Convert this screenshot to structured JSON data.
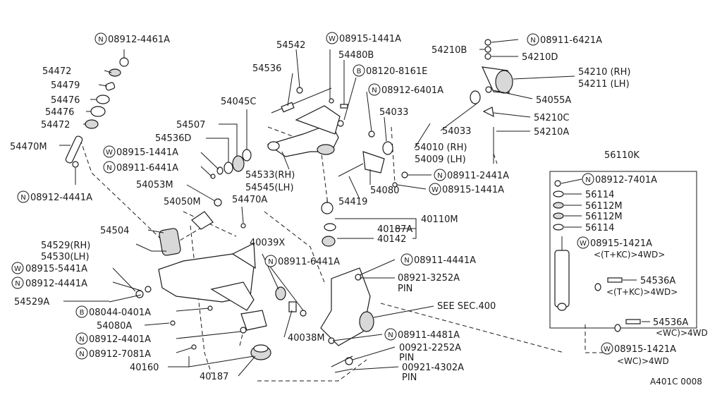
{
  "labels": {
    "n_08912_4461A": "08912-4461A",
    "p54472a": "54472",
    "p54479": "54479",
    "p54476a": "54476",
    "p54476b": "54476",
    "p54472b": "54472",
    "p54470M": "54470M",
    "n_08912_4441A_l": "08912-4441A",
    "p54542": "54542",
    "w_08915_1441A_t": "08915-1441A",
    "p54480B": "54480B",
    "p54536": "54536",
    "b_08120_8161E": "08120-8161E",
    "p54045C": "54045C",
    "p54507": "54507",
    "p54536D": "54536D",
    "w_08915_1441A_m": "08915-1441A",
    "n_08911_6441A_m": "08911-6441A",
    "p54053M": "54053M",
    "p54050M": "54050M",
    "p54470A": "54470A",
    "p54533": "54533(RH)",
    "p54545": "54545(LH)",
    "n_08912_6401A": "08912-6401A",
    "p54033a": "54033",
    "p54033b": "54033",
    "p54010": "54010 (RH)",
    "p54009": "54009 (LH)",
    "n_08911_2441A": "08911-2441A",
    "w_08915_1441A_r": "08915-1441A",
    "p54080": "54080",
    "p54419": "54419",
    "n_08911_6421A": "08911-6421A",
    "p54210B": "54210B",
    "p54210D": "54210D",
    "p54210": "54210 (RH)",
    "p54211": "54211 (LH)",
    "p54055A": "54055A",
    "p54210C": "54210C",
    "p54210A": "54210A",
    "p56110K": "56110K",
    "n_08912_7401A": "08912-7401A",
    "p56114a": "56114",
    "p56112Ma": "56112M",
    "p56112Mb": "56112M",
    "p56114b": "56114",
    "w_08915_1421A_a": "08915-1421A",
    "note_tkc_4wd_a": "<(T+KC)>4WD>",
    "p54536A_a": "54536A",
    "note_tkc_4wd_b": "<(T+KC)>4WD>",
    "p54536A_b": "54536A",
    "note_wc_4wd_a": "<WC)>4WD",
    "w_08915_1421A_b": "08915-1421A",
    "note_wc_4wd_b": "<WC)>4WD",
    "p40110M": "40110M",
    "p40187A": "40187A",
    "p40142": "40142",
    "p54504": "54504",
    "p54529": "54529(RH)",
    "p54530": "54530(LH)",
    "w_08915_5441A": "08915-5441A",
    "n_08912_4441A_b": "08912-4441A",
    "p54529A": "54529A",
    "b_08044_0401A": "08044-0401A",
    "p54080A": "54080A",
    "n_08912_4401A": "08912-4401A",
    "n_08912_7081A": "08912-7081A",
    "p40160": "40160",
    "p40187": "40187",
    "p40039X": "40039X",
    "n_08911_6441A_b": "08911-6441A",
    "p40038M": "40038M",
    "n_08911_4441A": "08911-4441A",
    "pin_08921": "08921-3252A",
    "pin_word_a": "PIN",
    "see_sec": "SEE SEC.400",
    "n_08911_4481A": "08911-4481A",
    "pin_00921_2252": "00921-2252A",
    "pin_word_b": "PIN",
    "pin_00921_4302": "00921-4302A",
    "pin_word_c": "PIN",
    "ref_code": "A401C 0008"
  },
  "prefix_letters": {
    "nut": "N",
    "washer": "W",
    "bolt": "B"
  },
  "colors": {
    "ink": "#1a1a1a",
    "background": "#ffffff",
    "shade": "#d8d8d8"
  }
}
